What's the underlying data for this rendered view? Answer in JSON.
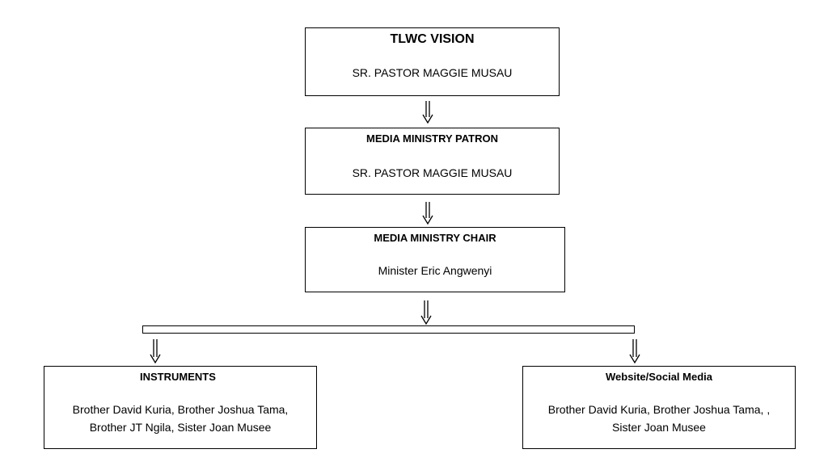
{
  "nodes": {
    "vision": {
      "title": "TLWC VISION",
      "lines": [
        "SR. PASTOR MAGGIE MUSAU"
      ]
    },
    "patron": {
      "title": "MEDIA MINISTRY PATRON",
      "lines": [
        "SR. PASTOR MAGGIE MUSAU"
      ]
    },
    "chair": {
      "title": "MEDIA MINISTRY CHAIR",
      "lines": [
        "Minister Eric Angwenyi"
      ]
    },
    "instruments": {
      "title": "INSTRUMENTS",
      "lines": [
        "Brother David Kuria, Brother Joshua Tama,",
        "Brother JT Ngila, Sister Joan Musee"
      ]
    },
    "website": {
      "title": "Website/Social Media",
      "lines": [
        "Brother David Kuria, Brother Joshua Tama, ,",
        "Sister Joan Musee"
      ]
    }
  },
  "colors": {
    "line": "#000000",
    "background": "#ffffff"
  }
}
